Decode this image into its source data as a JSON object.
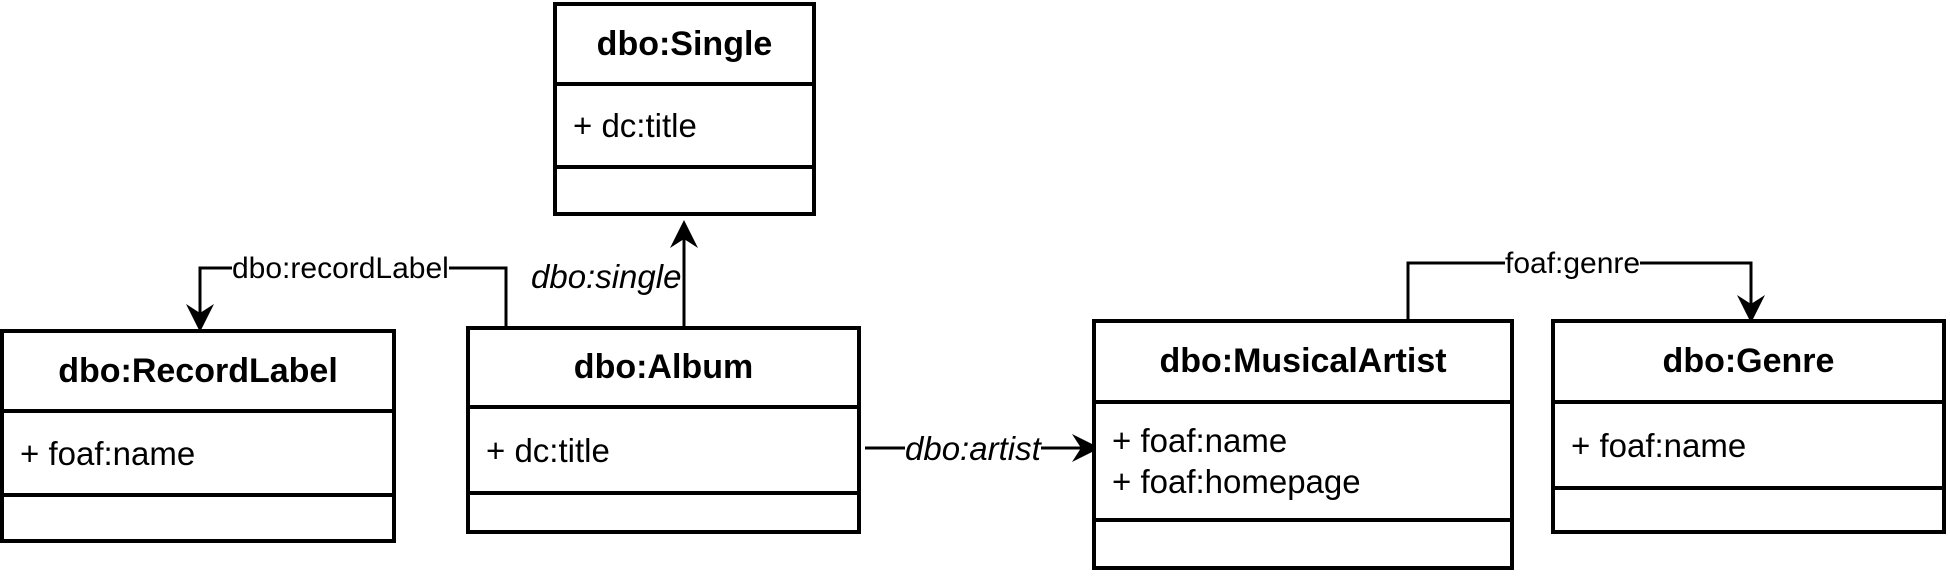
{
  "classes": {
    "single": {
      "name": "dbo:Single",
      "attributes": [
        "+ dc:title"
      ]
    },
    "record_label": {
      "name": "dbo:RecordLabel",
      "attributes": [
        "+ foaf:name"
      ]
    },
    "album": {
      "name": "dbo:Album",
      "attributes": [
        "+ dc:title"
      ]
    },
    "musical_artist": {
      "name": "dbo:MusicalArtist",
      "attributes": [
        "+ foaf:name",
        "+ foaf:homepage"
      ]
    },
    "genre": {
      "name": "dbo:Genre",
      "attributes": [
        "+ foaf:name"
      ]
    }
  },
  "relations": {
    "record_label": "dbo:recordLabel",
    "single": "dbo:single",
    "artist": "dbo:artist",
    "genre": "foaf:genre"
  },
  "colors": {
    "stroke": "#000000",
    "background": "#ffffff"
  }
}
